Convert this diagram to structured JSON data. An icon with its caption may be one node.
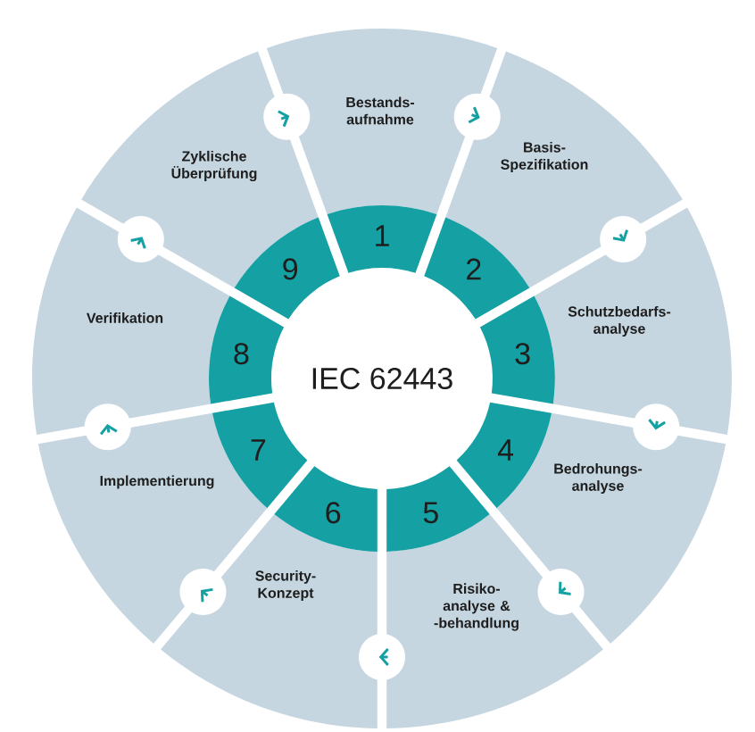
{
  "diagram": {
    "nodes": [
      {
        "text": [
          "Bestands- aufnahme"
        ]
      },
      {
        "text": [
          "Basis- Spezifikation"
        ]
      },
      {
        "text": [
          "Schutzbedarfs- analyse"
        ]
      },
      {
        "text": [
          "Bedrohungs- analyse"
        ]
      },
      {
        "text": [
          "Risiko- analyse & -behandlung"
        ]
      },
      {
        "text": [
          "Security- Konzept"
        ]
      },
      {
        "text": [
          "Implementierung"
        ]
      },
      {
        "text": [
          "Verifikation"
        ]
      },
      {
        "text": [
          "Zyklische Überprüfung"
        ]
      },
      {
        "text": [
          "1"
        ]
      },
      {
        "text": [
          "2"
        ]
      },
      {
        "text": [
          "3"
        ]
      },
      {
        "text": [
          "4"
        ]
      },
      {
        "text": [
          "5"
        ]
      },
      {
        "text": [
          "6"
        ]
      },
      {
        "text": [
          "7"
        ]
      },
      {
        "text": [
          "8"
        ]
      },
      {
        "text": [
          "9"
        ]
      },
      {
        "text": [
          "IEC 62443"
        ]
      }
    ],
    "edges": [
      {
        "from": 0,
        "to": 1,
        "arrow": "to"
      },
      {
        "from": 1,
        "to": 2,
        "arrow": "to"
      },
      {
        "from": 2,
        "to": 3,
        "arrow": "to"
      },
      {
        "from": 3,
        "to": 4,
        "arrow": "to"
      },
      {
        "from": 4,
        "to": 5,
        "arrow": "to"
      },
      {
        "from": 5,
        "to": 6,
        "arrow": "to"
      },
      {
        "from": 6,
        "to": 7,
        "arrow": "to"
      },
      {
        "from": 7,
        "to": 8,
        "arrow": "to"
      },
      {
        "from": 8,
        "to": 0,
        "arrow": "to"
      }
    ]
  }
}
